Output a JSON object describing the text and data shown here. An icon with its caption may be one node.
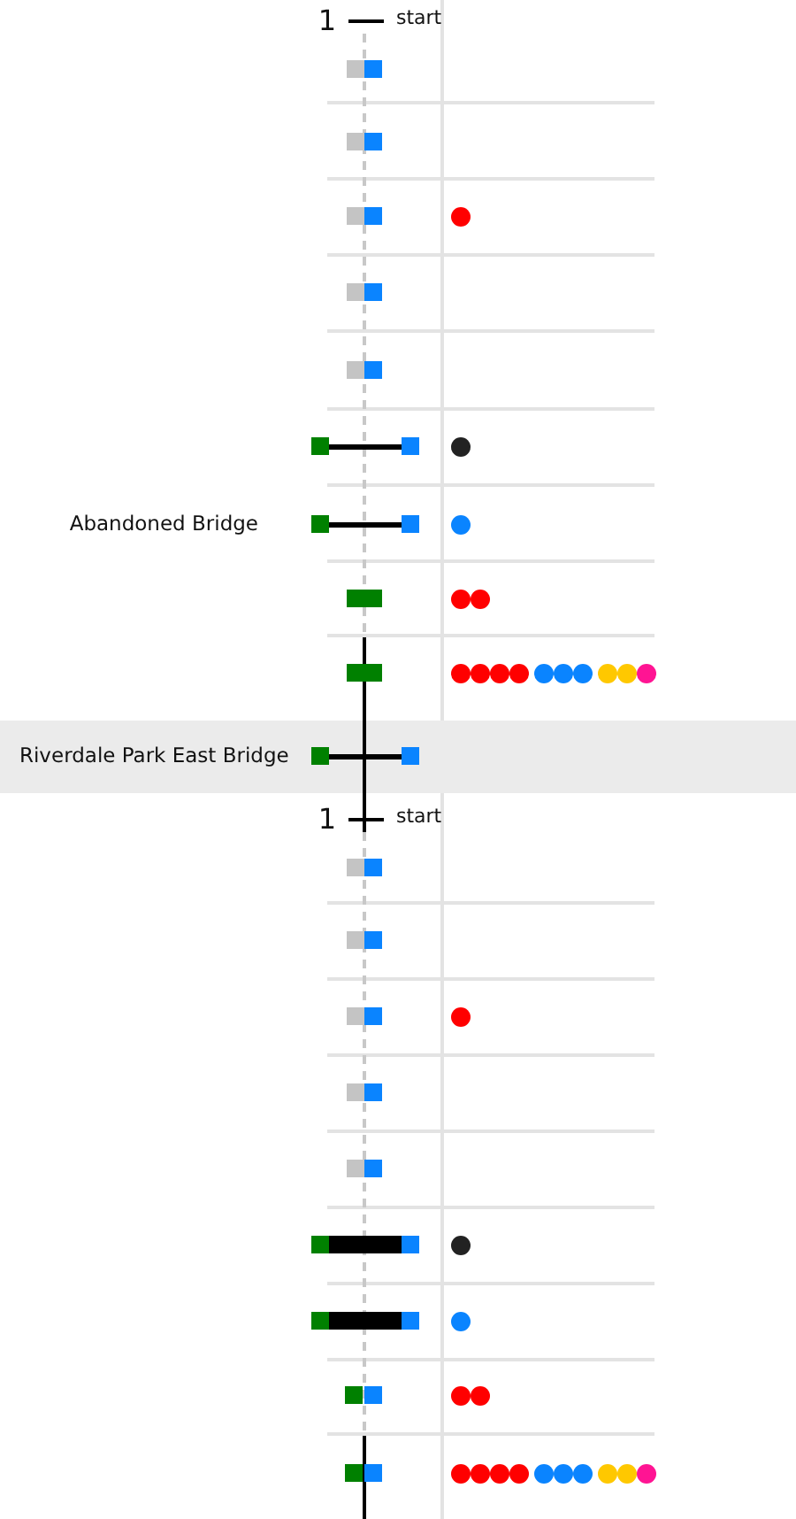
{
  "diagram": {
    "labels": [
      "1",
      "start",
      "Abandoned Bridge",
      "Riverdale Park East Bridge",
      "1",
      "start"
    ]
  }
}
